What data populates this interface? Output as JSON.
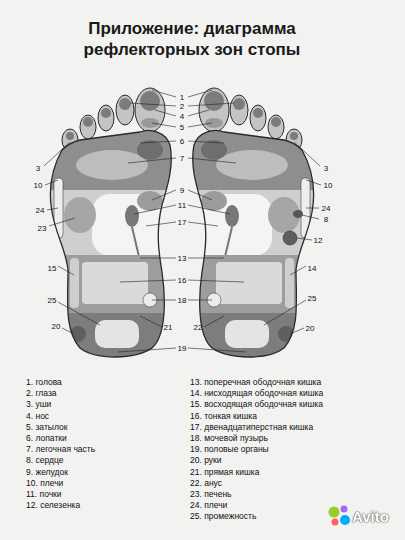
{
  "diagram": {
    "title": "Приложение: диаграмма рефлекторных зон стопы",
    "labels": [
      "1",
      "2",
      "4",
      "5",
      "6",
      "7",
      "3",
      "3",
      "10",
      "10",
      "9",
      "11",
      "24",
      "24",
      "8",
      "23",
      "17",
      "12",
      "13",
      "15",
      "14",
      "16",
      "18",
      "25",
      "25",
      "20",
      "21",
      "22",
      "20",
      "19",
      "Avito"
    ],
    "legend": [
      {
        "text": "1. голова"
      },
      {
        "text": "2. глаза"
      },
      {
        "text": "3. уши"
      },
      {
        "text": "4. нос"
      },
      {
        "text": "5. затылок"
      },
      {
        "text": "6. лопатки"
      },
      {
        "text": "7. легочная часть"
      },
      {
        "text": "8. сердце"
      },
      {
        "text": "9. желудок"
      },
      {
        "text": "10. плечи"
      },
      {
        "text": "11. почки"
      },
      {
        "text": "12. селезенка"
      },
      {
        "text": "13. поперечная ободочная кишка"
      },
      {
        "text": "14. нисходящая ободочная кишка"
      },
      {
        "text": "15. восходящая ободочная кишка"
      },
      {
        "text": "16. тонкая кишка"
      },
      {
        "text": "17. двенадцатиперстная кишка"
      },
      {
        "text": "18. мочевой пузырь"
      },
      {
        "text": "19. половые органы"
      },
      {
        "text": "20. руки"
      },
      {
        "text": "21. прямая кишка"
      },
      {
        "text": "22. анус"
      },
      {
        "text": "23. печень"
      },
      {
        "text": "24. плечи"
      },
      {
        "text": "25. промежность"
      }
    ]
  }
}
